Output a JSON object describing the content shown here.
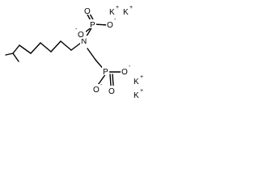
{
  "molecule": {
    "atoms": {
      "nitrogen": "N",
      "phosphorus": "P",
      "oxygen": "O",
      "potassium": "K"
    },
    "charges": {
      "negative": "-",
      "positive": "+"
    }
  },
  "colors": {
    "ink": "#000000",
    "background": "#ffffff"
  }
}
